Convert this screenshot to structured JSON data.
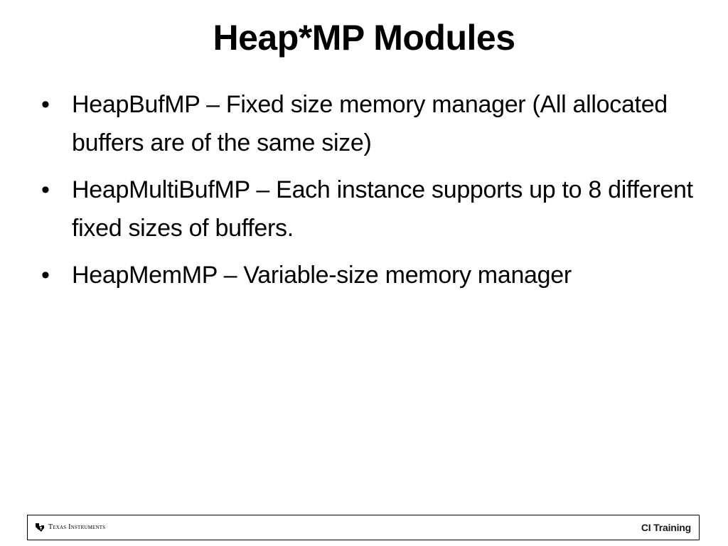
{
  "slide": {
    "title": "Heap*MP Modules",
    "bullets": [
      {
        "symbol": "•",
        "text": "HeapBufMP – Fixed size memory manager (All allocated buffers are of the same size)"
      },
      {
        "symbol": "•",
        "text": "HeapMultiBufMP – Each instance supports up to 8 different fixed sizes of buffers."
      },
      {
        "symbol": "•",
        "text": "HeapMemMP – Variable-size memory manager"
      }
    ]
  },
  "footer": {
    "logo_text": "Texas Instruments",
    "logo_icon": "texas-state-icon",
    "right_label": "CI Training"
  }
}
